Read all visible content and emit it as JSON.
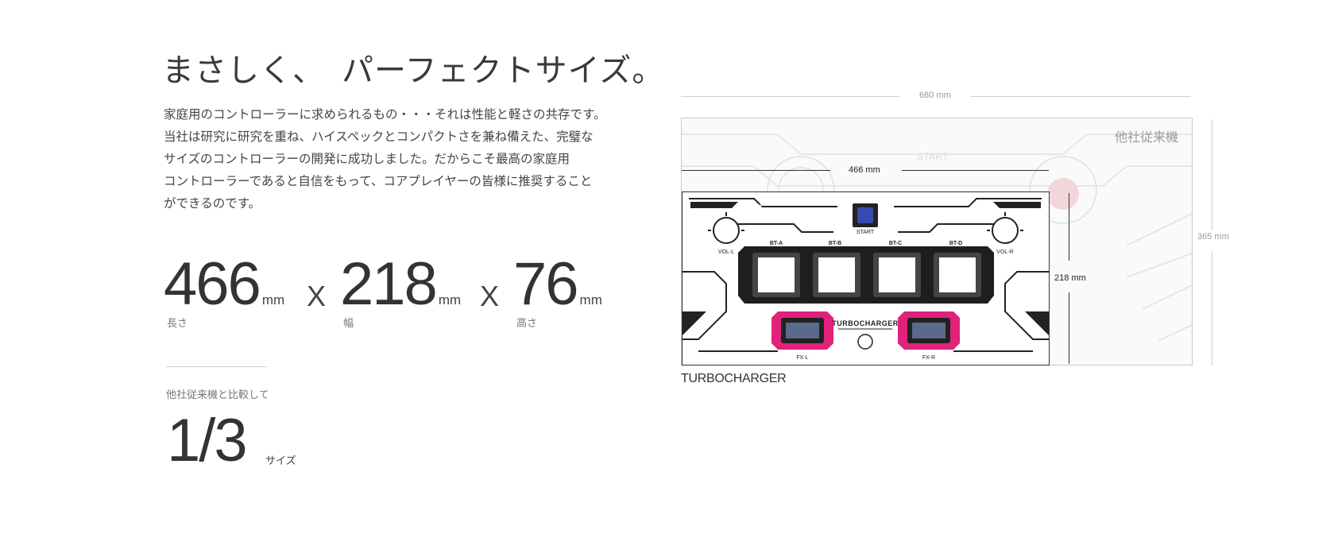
{
  "headline": "まさしく、　パーフェクトサイズ。",
  "description": [
    "家庭用のコントローラーに求められるもの・・・それは性能と軽さの共存です。",
    "当社は研究に研究を重ね、ハイスペックとコンパクトさを兼ね備えた、完璧な",
    "サイズのコントローラーの開発に成功しました。だからこそ最高の家庭用",
    "コントローラーであると自信をもって、コアプレイヤーの皆様に推奨すること",
    "ができるのです。"
  ],
  "dimensions": [
    {
      "value": "466",
      "unit": "mm",
      "label": "長さ"
    },
    {
      "value": "218",
      "unit": "mm",
      "label": "幅"
    },
    {
      "value": "76",
      "unit": "mm",
      "label": "高さ"
    }
  ],
  "times_symbol": "X",
  "comparison": {
    "label": "他社従来機と比較して",
    "ratio": "1/3",
    "ratio_unit": "サイズ"
  },
  "diagram": {
    "outer_width_label": "680 mm",
    "outer_height_label": "365 mm",
    "outer_box_label": "他社従来機",
    "outer_start_label": "START",
    "inner_width_label": "466 mm",
    "inner_height_label": "218 mm",
    "caption": "TURBOCHARGER",
    "controller": {
      "start_label": "START",
      "knob_left_label": "VOL-L",
      "knob_right_label": "VOL-R",
      "bt_labels": [
        "BT-A",
        "BT-B",
        "BT-C",
        "BT-D"
      ],
      "fx_labels": [
        "FX-L",
        "FX-R"
      ],
      "brand": "TURBOCHARGER",
      "corner_left": "2",
      "corner_right": "5"
    }
  },
  "colors": {
    "text": "#333333",
    "muted": "#999999",
    "accent_pink": "#e0227a",
    "start_blue": "#3a4bb0"
  }
}
